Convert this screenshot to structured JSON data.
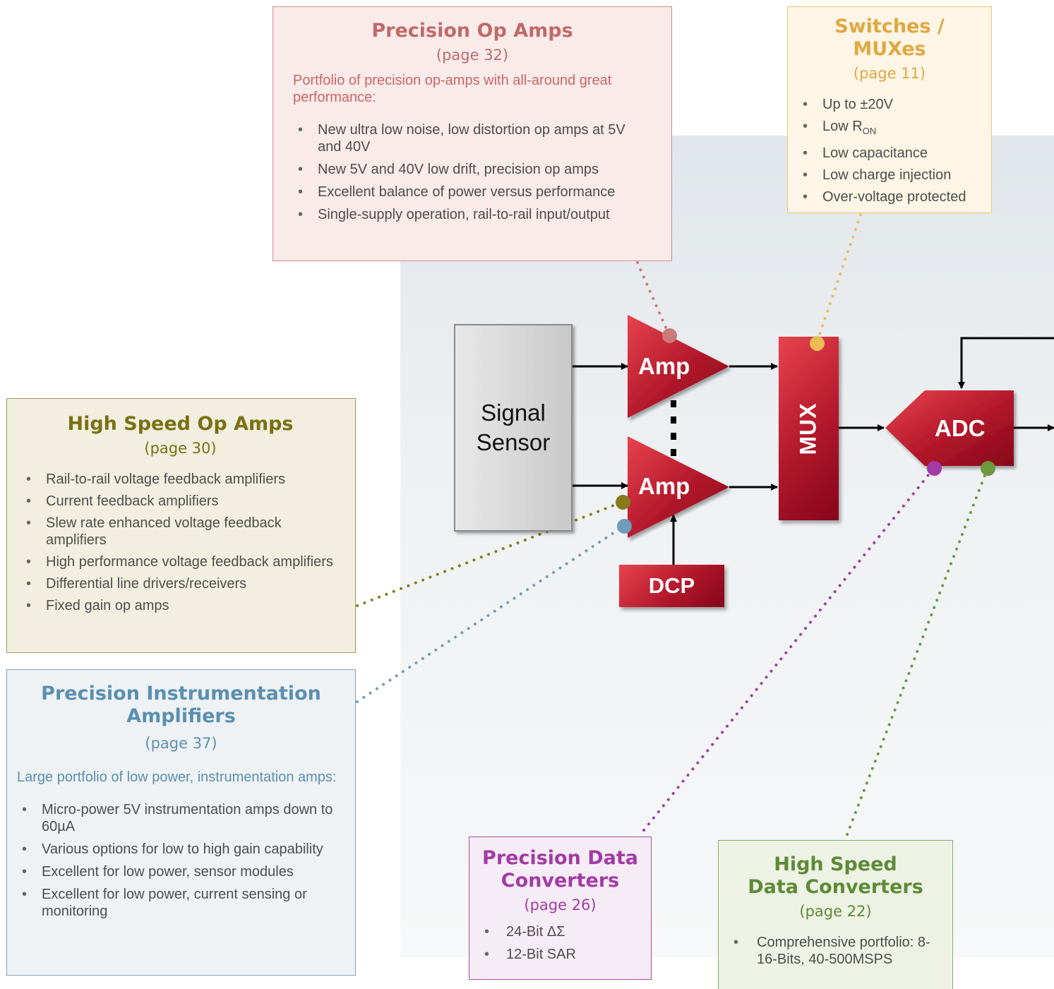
{
  "precision_op_amps": {
    "title": "Precision Op Amps",
    "page": "(page 32)",
    "intro": "Portfolio of precision op-amps with all-around great performance:",
    "items": [
      "New ultra low noise, low distortion op amps at 5V and 40V",
      "New 5V and 40V low drift, precision op amps",
      "Excellent balance of power versus performance",
      "Single-supply operation, rail-to-rail input/output"
    ],
    "color": "#c06a6a"
  },
  "switches_muxes": {
    "title": "Switches / MUXes",
    "page": "(page 11)",
    "items": [
      "Up to ±20V",
      "Low R",
      "Low capacitance",
      "Low charge injection",
      "Over-voltage protected"
    ],
    "ron_subscript": "ON",
    "color": "#e0a840"
  },
  "high_speed_op_amps": {
    "title": "High Speed Op Amps",
    "page": "(page 30)",
    "items": [
      "Rail-to-rail voltage feedback amplifiers",
      "Current feedback amplifiers",
      "Slew rate enhanced voltage feedback amplifiers",
      "High performance voltage feedback amplifiers",
      "Differential line drivers/receivers",
      "Fixed gain op amps"
    ],
    "color": "#7a7012"
  },
  "precision_instrumentation": {
    "title": "Precision Instrumentation Amplifiers",
    "page": "(page 37)",
    "intro": "Large portfolio of low power, instrumentation amps:",
    "items": [
      "Micro-power 5V instrumentation amps down to 60µA",
      "Various options for low to high gain capability",
      "Excellent for low power, sensor modules",
      "Excellent for low power, current sensing or monitoring"
    ],
    "color": "#5b8fb0"
  },
  "precision_data_converters": {
    "title": "Precision Data Converters",
    "page": "(page 26)",
    "items": [
      "24-Bit ΔΣ",
      "12-Bit SAR"
    ],
    "color": "#a33ba4"
  },
  "high_speed_data_converters": {
    "title": "High Speed Data Converters",
    "page": "(page 22)",
    "items": [
      "Comprehensive portfolio: 8-16-Bits, 40-500MSPS"
    ],
    "color": "#5e8a36"
  },
  "diagram": {
    "sensor": "Signal\nSensor",
    "amp1": "Amp",
    "amp2": "Amp",
    "mux": "MUX",
    "adc": "ADC",
    "dcp": "DCP"
  }
}
